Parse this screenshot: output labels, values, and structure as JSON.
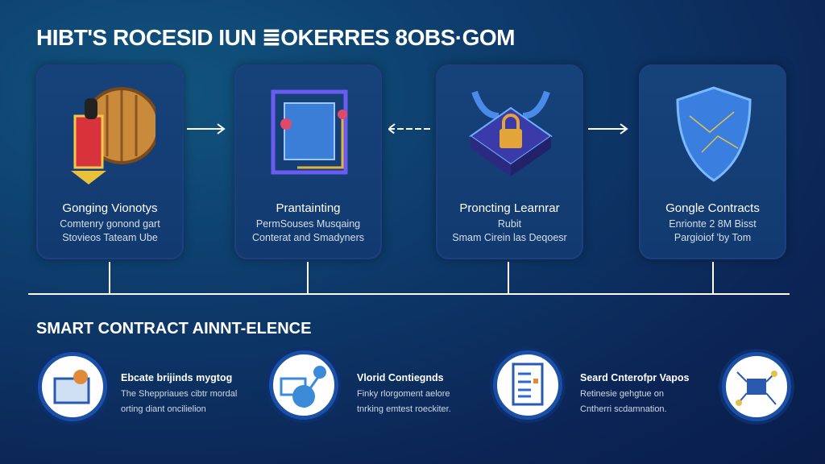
{
  "title": "HIBT'S ROCESID IUN ≣OKERRES 8OBS·GOM",
  "cards": [
    {
      "title": "Gonging Vionotys",
      "line1": "Comtenry gonond gart",
      "line2": "Stovieos Tateam Ube"
    },
    {
      "title": "Prantainting",
      "line1": "PermSouses Musqaing",
      "line2": "Conterat and Smadyners"
    },
    {
      "title": "Proncting Learnrar",
      "line1": "Rubit",
      "line2": "Smam Cirein las Deqoesr"
    },
    {
      "title": "Gongle Contracts",
      "line1": "Enrionte 2 8M Bisst",
      "line2": "Pargioiof 'by Tom"
    }
  ],
  "section_title": "SMART CONTRACT AINNT-ELENCE",
  "features": [
    {
      "icon": "shopping-box-icon",
      "title": "Ebcate brijinds mygtog",
      "line1": "The Sheppriaues cibtr mordal",
      "line2": "orting diant oncilielion"
    },
    {
      "icon": "network-node-icon",
      "title": "Vlorid Contiegnds",
      "line1": "Finky rlorgoment aelore",
      "line2": "tnrking emtest roeckiter."
    },
    {
      "icon": "document-list-icon",
      "title": "Seard Cnterofpr Vapos",
      "line1": "Retinesie gehgtue on",
      "line2": "Cntherri scdamnation."
    },
    {
      "icon": "circuit-chip-icon"
    }
  ],
  "colors": {
    "accent": "#1a4fa6",
    "gold": "#e3a53a"
  }
}
